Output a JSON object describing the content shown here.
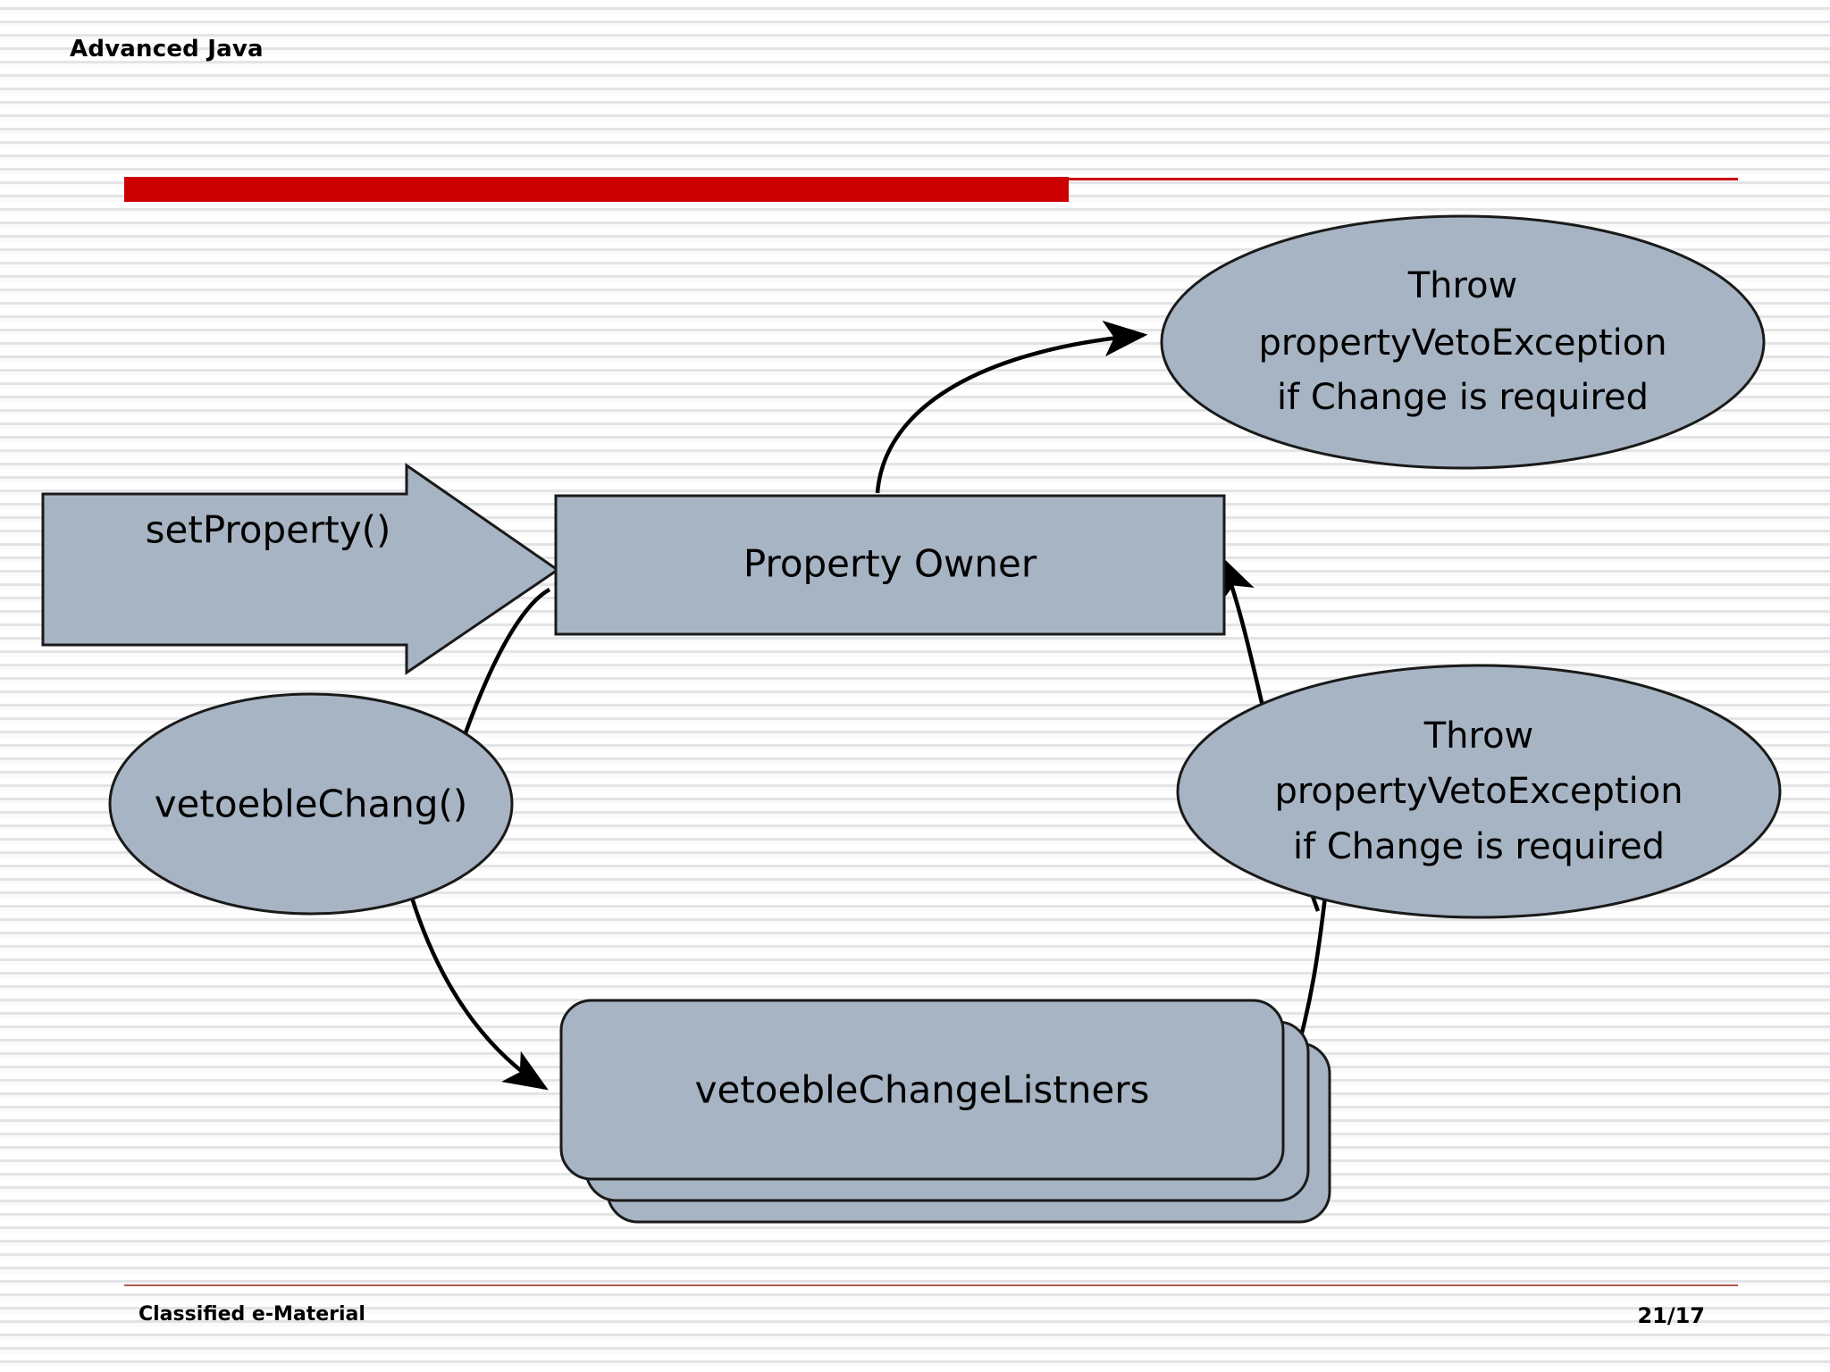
{
  "slide": {
    "title": "Advanced Java",
    "accent_color": "#CC0000",
    "shape_fill": "#a7b4c3",
    "shape_stroke": "#1a1a1a",
    "background": "#fdfdfd"
  },
  "diagram": {
    "type": "flow-diagram",
    "nodes": [
      {
        "id": "set-property",
        "shape": "block-arrow",
        "label": "setProperty()"
      },
      {
        "id": "property-owner",
        "shape": "rectangle",
        "label": "Property Owner"
      },
      {
        "id": "throw-top",
        "shape": "ellipse",
        "lines": [
          "Throw",
          "propertyVetoException",
          "if Change is required"
        ]
      },
      {
        "id": "throw-right",
        "shape": "ellipse",
        "lines": [
          "Throw",
          "propertyVetoException",
          "if Change is required"
        ]
      },
      {
        "id": "vetoeble-chang",
        "shape": "ellipse",
        "label": "vetoebleChang()"
      },
      {
        "id": "vetoeble-change-listners",
        "shape": "stacked-rounded-rectangle",
        "label": "vetoebleChangeListners",
        "stack_count": 3
      }
    ],
    "connectors": [
      {
        "from": "set-property",
        "to": "property-owner",
        "style": "block-arrow"
      },
      {
        "from": "property-owner",
        "to": "throw-top",
        "style": "curved-arrow"
      },
      {
        "from": "throw-right",
        "to": "property-owner",
        "style": "curved-arrow"
      },
      {
        "from": "vetoeble-chang",
        "to": "property-owner",
        "style": "curved-line"
      },
      {
        "from": "vetoeble-chang",
        "to": "vetoeble-change-listners",
        "style": "curved-arrow"
      },
      {
        "from": "vetoeble-change-listners",
        "to": "throw-right",
        "style": "curved-line"
      }
    ]
  },
  "footer": {
    "left": "Classified e-Material",
    "right": "21/17"
  }
}
